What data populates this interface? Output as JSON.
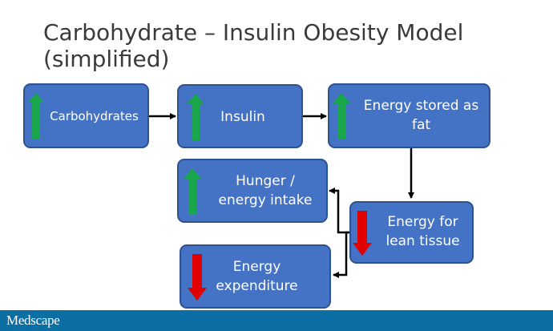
{
  "slide": {
    "title_line1": "Carbohydrate – Insulin Obesity Model",
    "title_line2": "(simplified)"
  },
  "nodes": {
    "carbohydrates": {
      "label": "Carbohydrates",
      "direction": "up",
      "arrow_color": "#1aa64b"
    },
    "insulin": {
      "label": "Insulin",
      "direction": "up",
      "arrow_color": "#1aa64b"
    },
    "energy_stored": {
      "line1": "Energy stored as",
      "line2": "fat",
      "direction": "up",
      "arrow_color": "#1aa64b"
    },
    "lean_tissue": {
      "line1": "Energy for",
      "line2": "lean tissue",
      "direction": "down",
      "arrow_color": "#e00000"
    },
    "hunger": {
      "line1": "Hunger /",
      "line2": "energy intake",
      "direction": "up",
      "arrow_color": "#1aa64b"
    },
    "expenditure": {
      "line1": "Energy",
      "line2": "expenditure",
      "direction": "down",
      "arrow_color": "#e00000"
    }
  },
  "colors": {
    "box_fill": "#4472c4",
    "box_border": "#2f528f",
    "footer_bar": "#0b6fa4"
  },
  "footer": {
    "logo_text": "Medscape"
  }
}
